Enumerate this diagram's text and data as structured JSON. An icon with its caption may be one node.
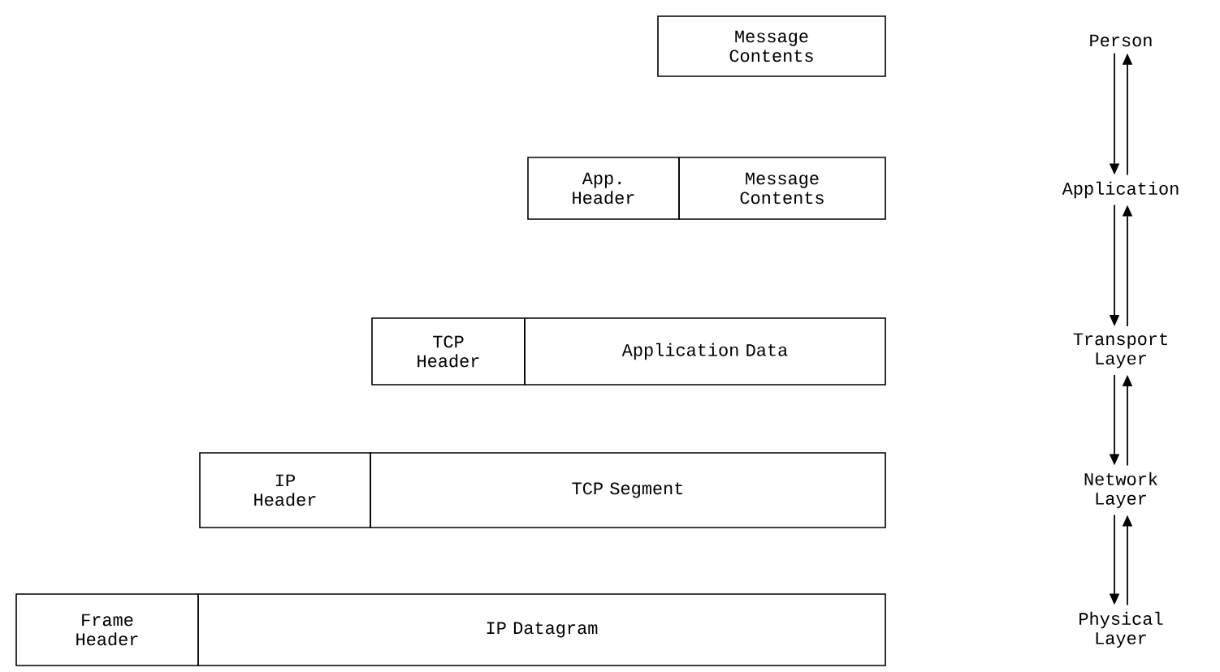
{
  "diagram": {
    "nodes": [
      {
        "text": [
          "Message Contents"
        ]
      },
      {
        "text": [
          "App. Header"
        ]
      },
      {
        "text": [
          "Message Contents"
        ]
      },
      {
        "text": [
          "TCP Header"
        ]
      },
      {
        "text": [
          "Application Data"
        ]
      },
      {
        "text": [
          "IP Header"
        ]
      },
      {
        "text": [
          "TCP Segment"
        ]
      },
      {
        "text": [
          "Frame Header"
        ]
      },
      {
        "text": [
          "IP Datagram"
        ]
      },
      {
        "text": [
          "Person"
        ]
      },
      {
        "text": [
          "Application"
        ]
      },
      {
        "text": [
          "Transport Layer"
        ]
      },
      {
        "text": [
          "Network Layer"
        ]
      },
      {
        "text": [
          "Physical Layer"
        ]
      }
    ],
    "edges": [
      {
        "from": 9,
        "to": 10,
        "arrow": "to"
      },
      {
        "from": 10,
        "to": 9,
        "arrow": "to"
      },
      {
        "from": 10,
        "to": 11,
        "arrow": "to"
      },
      {
        "from": 11,
        "to": 10,
        "arrow": "to"
      },
      {
        "from": 11,
        "to": 12,
        "arrow": "to"
      },
      {
        "from": 12,
        "to": 11,
        "arrow": "to"
      },
      {
        "from": 12,
        "to": 13,
        "arrow": "to"
      },
      {
        "from": 13,
        "to": 12,
        "arrow": "to"
      }
    ]
  }
}
